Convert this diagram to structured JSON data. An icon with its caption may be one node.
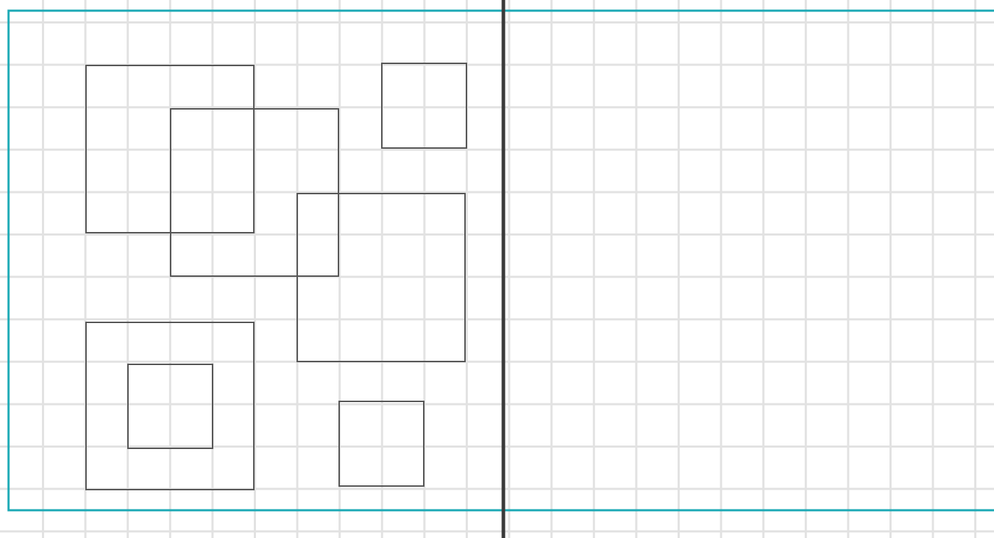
{
  "diagram": {
    "nodes": [
      {
        "text": [],
        "shape": "box"
      },
      {
        "text": [],
        "shape": "box"
      },
      {
        "text": [],
        "shape": "box"
      },
      {
        "text": [],
        "shape": "box"
      },
      {
        "text": [],
        "shape": "box"
      },
      {
        "text": [],
        "shape": "box",
        "in": 4
      },
      {
        "text": [],
        "shape": "box"
      }
    ]
  }
}
